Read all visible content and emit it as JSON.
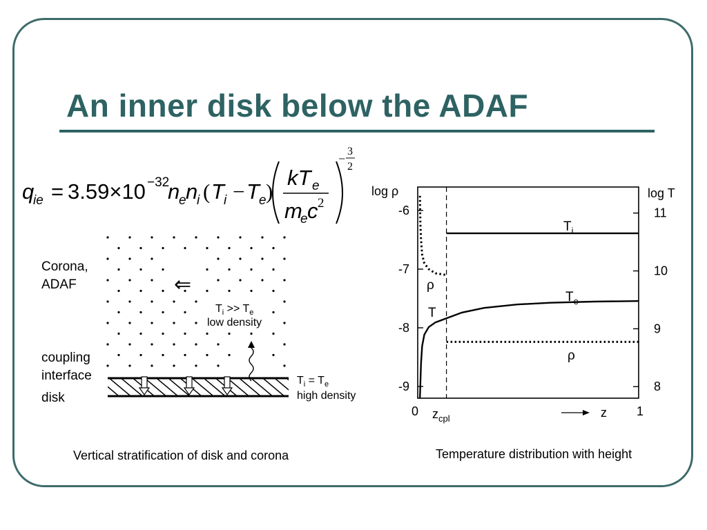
{
  "slide": {
    "title": "An inner disk below the ADAF",
    "accent_color": "#2e6263"
  },
  "equation": {
    "lhs": "q",
    "lhs_sub": "ie",
    "equals": "=",
    "coefficient": "3.59×10",
    "exponent": "−32",
    "n_e": "n",
    "n_e_sub": "e",
    "n_i": "n",
    "n_i_sub": "i",
    "paren_open": "(",
    "T_i": "T",
    "T_i_sub": "i",
    "minus": "−",
    "T_e": "T",
    "T_e_sub": "e",
    "paren_close": ")",
    "frac_num": "kT",
    "frac_num_sub": "e",
    "frac_den_m": "m",
    "frac_den_m_sub": "e",
    "frac_den_c": "c",
    "frac_den_c_sup": "2",
    "power_sign": "−",
    "power_num": "3",
    "power_den": "2"
  },
  "left_diagram": {
    "label_corona_1": "Corona,",
    "label_corona_2": "ADAF",
    "arrow_symbol": "⇐",
    "label_ti_te_main": "T",
    "label_ti_te_sub1": "i",
    "label_ti_te_rel": " >> T",
    "label_ti_te_sub2": "e",
    "label_low_density": "low density",
    "label_coupling_1": "coupling",
    "label_coupling_2": "interface",
    "label_disk": "disk",
    "label_eq_main": "T",
    "label_eq_sub1": "i",
    "label_eq_rel": " = T",
    "label_eq_sub2": "e",
    "label_high_density": "high density",
    "caption": "Vertical stratification of  disk and corona"
  },
  "chart_data": {
    "type": "line",
    "xlabel": "z",
    "x_ticks": [
      "0",
      "z",
      "1"
    ],
    "x_tick_zcpl_sub": "cpl",
    "xlim": [
      0,
      1
    ],
    "z_cpl": 0.13,
    "ylabel_left": "log ρ",
    "ylabel_right": "log T",
    "yticks_left": [
      "-6",
      "-7",
      "-8",
      "-9"
    ],
    "yticks_left_values": [
      -6,
      -7,
      -8,
      -9
    ],
    "ylim_left": [
      -9.2,
      -5.6
    ],
    "yticks_right": [
      "11",
      "10",
      "9",
      "8"
    ],
    "yticks_right_values": [
      11,
      10,
      9,
      8
    ],
    "ylim_right": [
      7.8,
      11.45
    ],
    "series": [
      {
        "name": "T",
        "sub": "i",
        "axis": "right",
        "style": "solid",
        "x": [
          0.13,
          1.0
        ],
        "y": [
          10.65,
          10.65
        ]
      },
      {
        "name": "T",
        "sub": "e",
        "axis": "right",
        "style": "solid",
        "x": [
          0.01,
          0.015,
          0.02,
          0.03,
          0.05,
          0.08,
          0.13,
          0.2,
          0.3,
          0.45,
          0.6,
          0.8,
          1.0
        ],
        "y": [
          7.8,
          8.4,
          8.7,
          8.9,
          9.03,
          9.11,
          9.18,
          9.28,
          9.36,
          9.42,
          9.45,
          9.47,
          9.48
        ]
      },
      {
        "name": "ρ",
        "axis": "left",
        "style": "dotted",
        "x": [
          0.01,
          0.012,
          0.015,
          0.02,
          0.03,
          0.05,
          0.08,
          0.13
        ],
        "y": [
          -5.75,
          -6.2,
          -6.5,
          -6.75,
          -6.9,
          -7.0,
          -7.07,
          -7.1
        ]
      },
      {
        "name": "ρ",
        "axis": "left",
        "style": "dotted",
        "x": [
          0.13,
          1.0
        ],
        "y": [
          -8.24,
          -8.24
        ]
      }
    ],
    "direction_arrow": "→",
    "caption": "Temperature distribution with height"
  }
}
